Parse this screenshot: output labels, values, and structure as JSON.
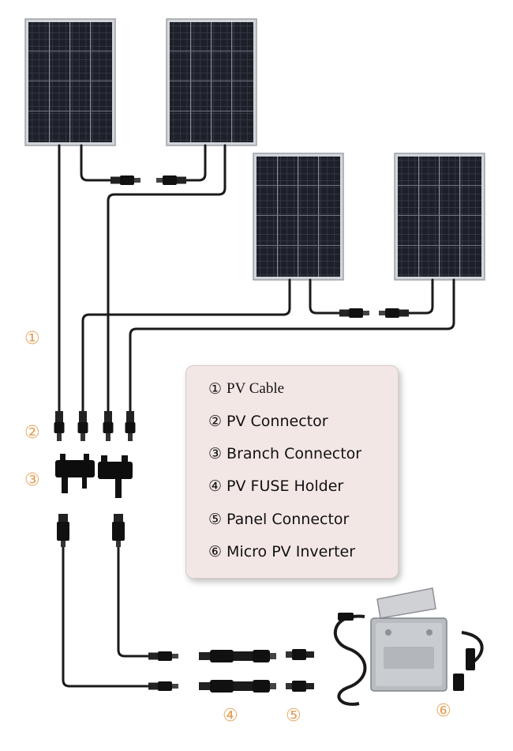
{
  "legend": {
    "items": [
      {
        "num": "①",
        "label": "PV Cable"
      },
      {
        "num": "②",
        "label": "PV Connector"
      },
      {
        "num": "③",
        "label": "Branch Connector"
      },
      {
        "num": "④",
        "label": "PV FUSE Holder"
      },
      {
        "num": "⑤",
        "label": "Panel Connector"
      },
      {
        "num": "⑥",
        "label": "Micro PV Inverter"
      }
    ]
  },
  "callouts": {
    "pv_cable": "①",
    "pv_connector": "②",
    "branch_connector": "③",
    "fuse_holder": "④",
    "panel_connector": "⑤",
    "micro_inverter": "⑥"
  },
  "colors": {
    "callout": "#e3a25a",
    "legend_bg": "#f3e7e6",
    "cable": "#1a1a1a",
    "panel_cell": "#1c1f26",
    "panel_frame": "#c8cbd0"
  }
}
